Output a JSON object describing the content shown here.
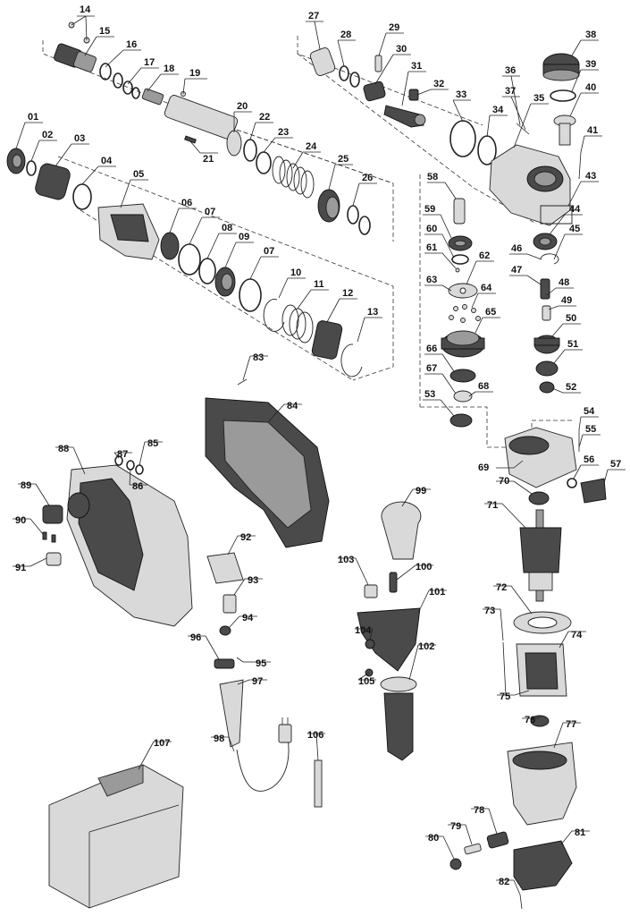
{
  "labels": [
    "14",
    "15",
    "16",
    "17",
    "18",
    "19",
    "20",
    "22",
    "23",
    "24",
    "25",
    "26",
    "21",
    "01",
    "02",
    "03",
    "04",
    "05",
    "06",
    "07",
    "08",
    "09",
    "07",
    "10",
    "11",
    "12",
    "13",
    "27",
    "28",
    "29",
    "30",
    "31",
    "32",
    "33",
    "34",
    "35",
    "36",
    "37",
    "38",
    "39",
    "40",
    "41",
    "43",
    "44",
    "45",
    "46",
    "47",
    "48",
    "49",
    "50",
    "51",
    "52",
    "53",
    "54",
    "55",
    "56",
    "57",
    "58",
    "59",
    "60",
    "61",
    "62",
    "63",
    "64",
    "65",
    "66",
    "67",
    "68",
    "69",
    "70",
    "71",
    "72",
    "73",
    "74",
    "75",
    "76",
    "77",
    "78",
    "79",
    "80",
    "81",
    "82",
    "83",
    "84",
    "85",
    "86",
    "87",
    "88",
    "89",
    "90",
    "91",
    "92",
    "93",
    "94",
    "95",
    "96",
    "97",
    "98",
    "99",
    "100",
    "101",
    "102",
    "103",
    "104",
    "105",
    "106",
    "107"
  ]
}
